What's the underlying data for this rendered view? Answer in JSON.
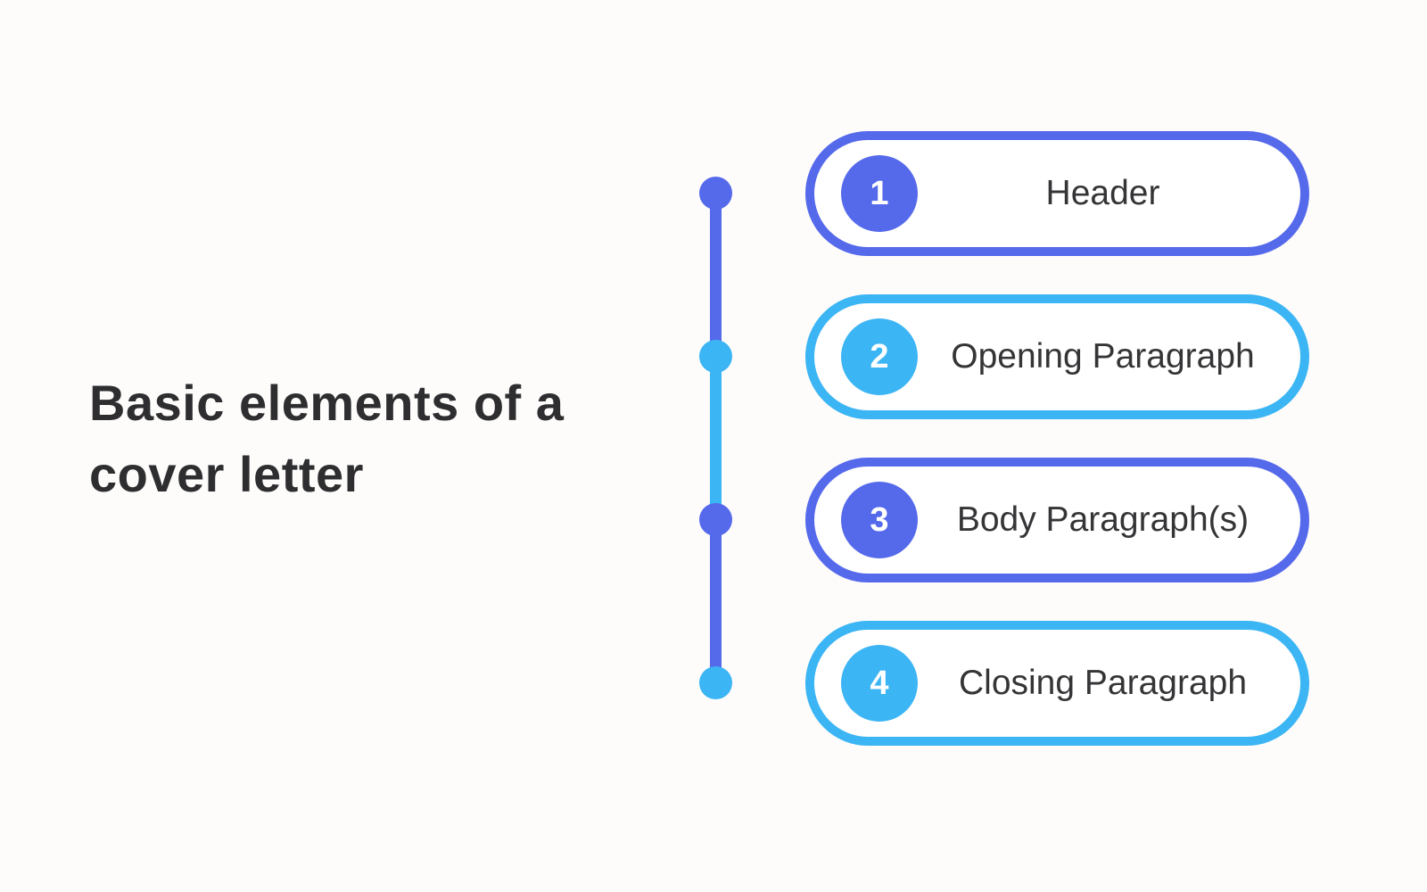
{
  "title": {
    "line1": "Basic elements of a",
    "line2": "cover letter"
  },
  "items": [
    {
      "number": "1",
      "label": "Header",
      "color": "#5569eb"
    },
    {
      "number": "2",
      "label": "Opening Paragraph",
      "color": "#3cb5f4"
    },
    {
      "number": "3",
      "label": "Body Paragraph(s)",
      "color": "#5569eb"
    },
    {
      "number": "4",
      "label": "Closing Paragraph",
      "color": "#3cb5f4"
    }
  ],
  "colors": {
    "indigo": "#5569eb",
    "cyan": "#3cb5f4",
    "title_text": "#2e2e30",
    "label_text": "#353538",
    "background": "#fdfcfb",
    "pill_fill": "#ffffff",
    "number_text": "#ffffff"
  }
}
